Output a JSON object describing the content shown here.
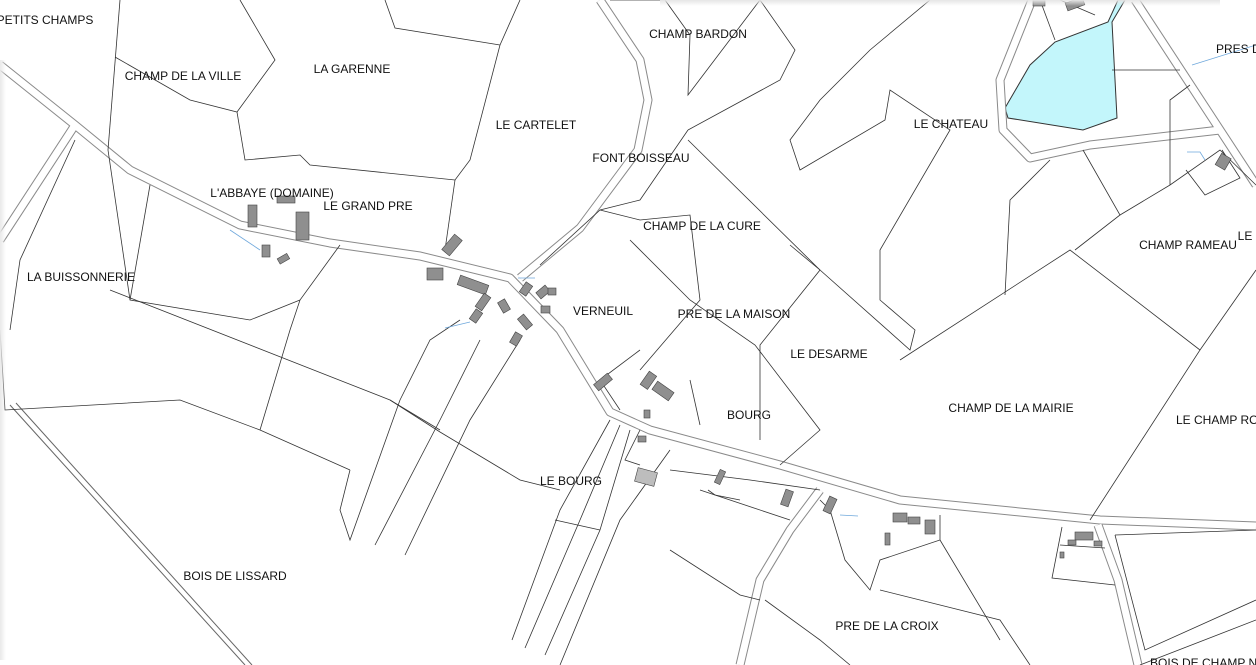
{
  "map": {
    "colors": {
      "parcel_line": "#333333",
      "road_outline": "#8a8a8a",
      "building": "#8f8f8f",
      "water": "#c3f6fb",
      "stream": "#6fa8dc"
    },
    "labels": [
      {
        "id": "petits-champs",
        "text": "PETITS CHAMPS"
      },
      {
        "id": "champ-de-la-ville",
        "text": "CHAMP DE LA VILLE"
      },
      {
        "id": "la-garenne",
        "text": "LA GARENNE"
      },
      {
        "id": "le-cartelet",
        "text": "LE CARTELET"
      },
      {
        "id": "champ-bardon",
        "text": "CHAMP BARDON"
      },
      {
        "id": "font-boisseau",
        "text": "FONT BOISSEAU"
      },
      {
        "id": "le-chateau",
        "text": "LE CHATEAU"
      },
      {
        "id": "pres-du-han",
        "text": "PRES DU HAN"
      },
      {
        "id": "labbaye",
        "text": "L'ABBAYE (DOMAINE)"
      },
      {
        "id": "le-grand-pre",
        "text": "LE GRAND PRE"
      },
      {
        "id": "champ-de-la-cure",
        "text": "CHAMP DE LA CURE"
      },
      {
        "id": "champ-rameau",
        "text": "CHAMP RAMEAU"
      },
      {
        "id": "le-right",
        "text": "LE"
      },
      {
        "id": "la-buissonnerie",
        "text": "LA BUISSONNERIE"
      },
      {
        "id": "verneuil",
        "text": "VERNEUIL"
      },
      {
        "id": "pre-de-la-maison",
        "text": "PRE DE LA MAISON"
      },
      {
        "id": "le-desarme",
        "text": "LE DESARME"
      },
      {
        "id": "bourg",
        "text": "BOURG"
      },
      {
        "id": "champ-de-la-mairie",
        "text": "CHAMP DE LA MAIRIE"
      },
      {
        "id": "le-champ-ro",
        "text": "LE CHAMP RO"
      },
      {
        "id": "le-bourg",
        "text": "LE BOURG"
      },
      {
        "id": "bois-de-lissard",
        "text": "BOIS DE LISSARD"
      },
      {
        "id": "pre-de-la-croix",
        "text": "PRE DE LA CROIX"
      },
      {
        "id": "bois-de-champ",
        "text": "BOIS DE CHAMP N"
      }
    ]
  }
}
